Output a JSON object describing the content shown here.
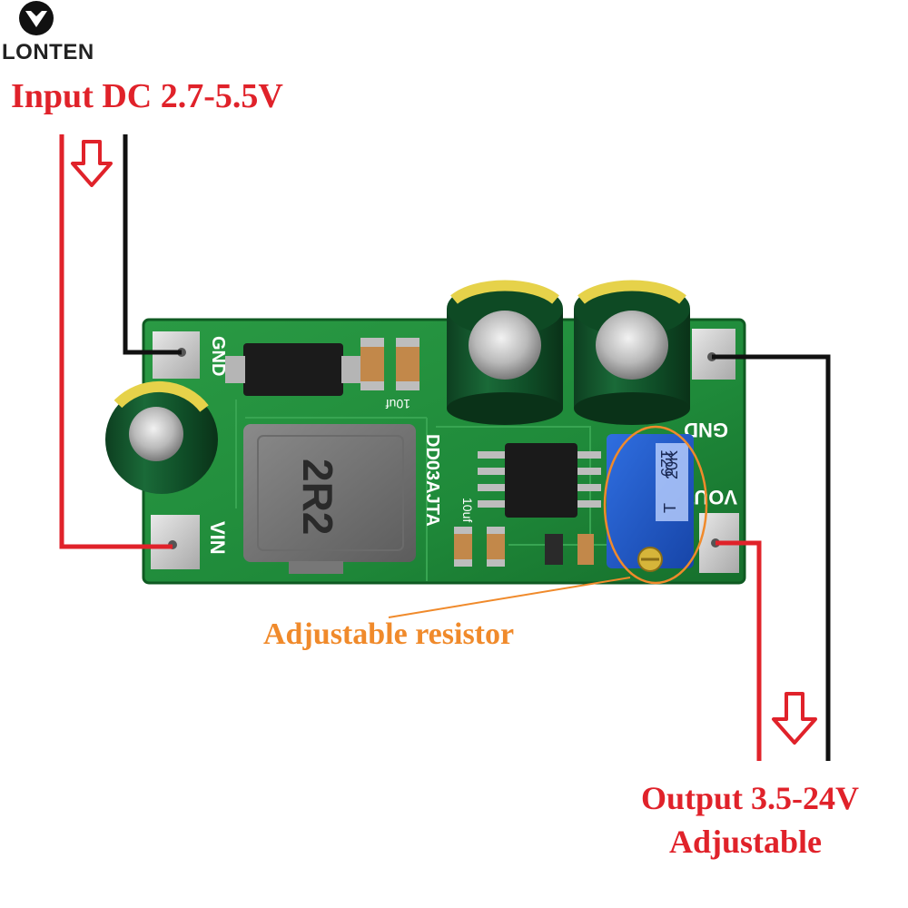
{
  "brand": {
    "name": "LONTEN"
  },
  "labels": {
    "input": "Input DC 2.7-5.5V",
    "adjustable_resistor": "Adjustable resistor",
    "output_line1": "Output 3.5-24V",
    "output_line2": "Adjustable"
  },
  "board": {
    "pin_gnd_left": "GND",
    "pin_vin": "VIN",
    "pin_gnd_right": "GND",
    "pin_vout": "VOUT",
    "model": "DD03AJTA",
    "inductor_marking": "2R2",
    "cap_marking_1": "10uf",
    "cap_marking_2": "10uf",
    "pot_marking_1": "129",
    "pot_marking_2": "20K",
    "pot_marking_3": "T"
  },
  "colors": {
    "wire_red": "#e0222a",
    "wire_black": "#111111",
    "pcb_green": "#1f8a3a",
    "annotation_orange": "#f08a2b"
  }
}
